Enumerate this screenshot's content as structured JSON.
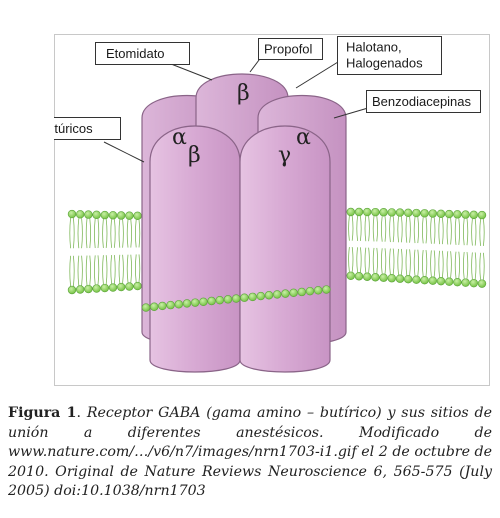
{
  "diagram": {
    "labels": {
      "etomidato": "Etomidato",
      "propofol": "Propofol",
      "halotano_line1": "Halotano,",
      "halotano_line2": "Halogenados",
      "benzodiacepinas": "Benzodiacepinas",
      "barbituricos": "Barbitúricos"
    },
    "subunits": {
      "alpha_left": "α",
      "beta_back": "β",
      "alpha_right": "α",
      "beta_front": "β",
      "gamma_front": "γ"
    },
    "colors": {
      "subunit_fill": "#dcb0d8",
      "subunit_stroke": "#8a6488",
      "lipid_head": "#8cd35a",
      "lipid_tail": "#7fb85a",
      "frame": "#c8c8c8"
    }
  },
  "caption": {
    "label": "Figura 1",
    "sep": ". ",
    "text": "Receptor GABA (gama amino – butírico) y sus sitios de unión a diferentes anestésicos. Modificado de www.nature.com/…/v6/n7/images/nrn1703-i1.gif el 2 de octubre de 2010. Original de Nature Reviews Neuroscience 6, 565-575 (July 2005) doi:10.1038/nrn1703"
  }
}
